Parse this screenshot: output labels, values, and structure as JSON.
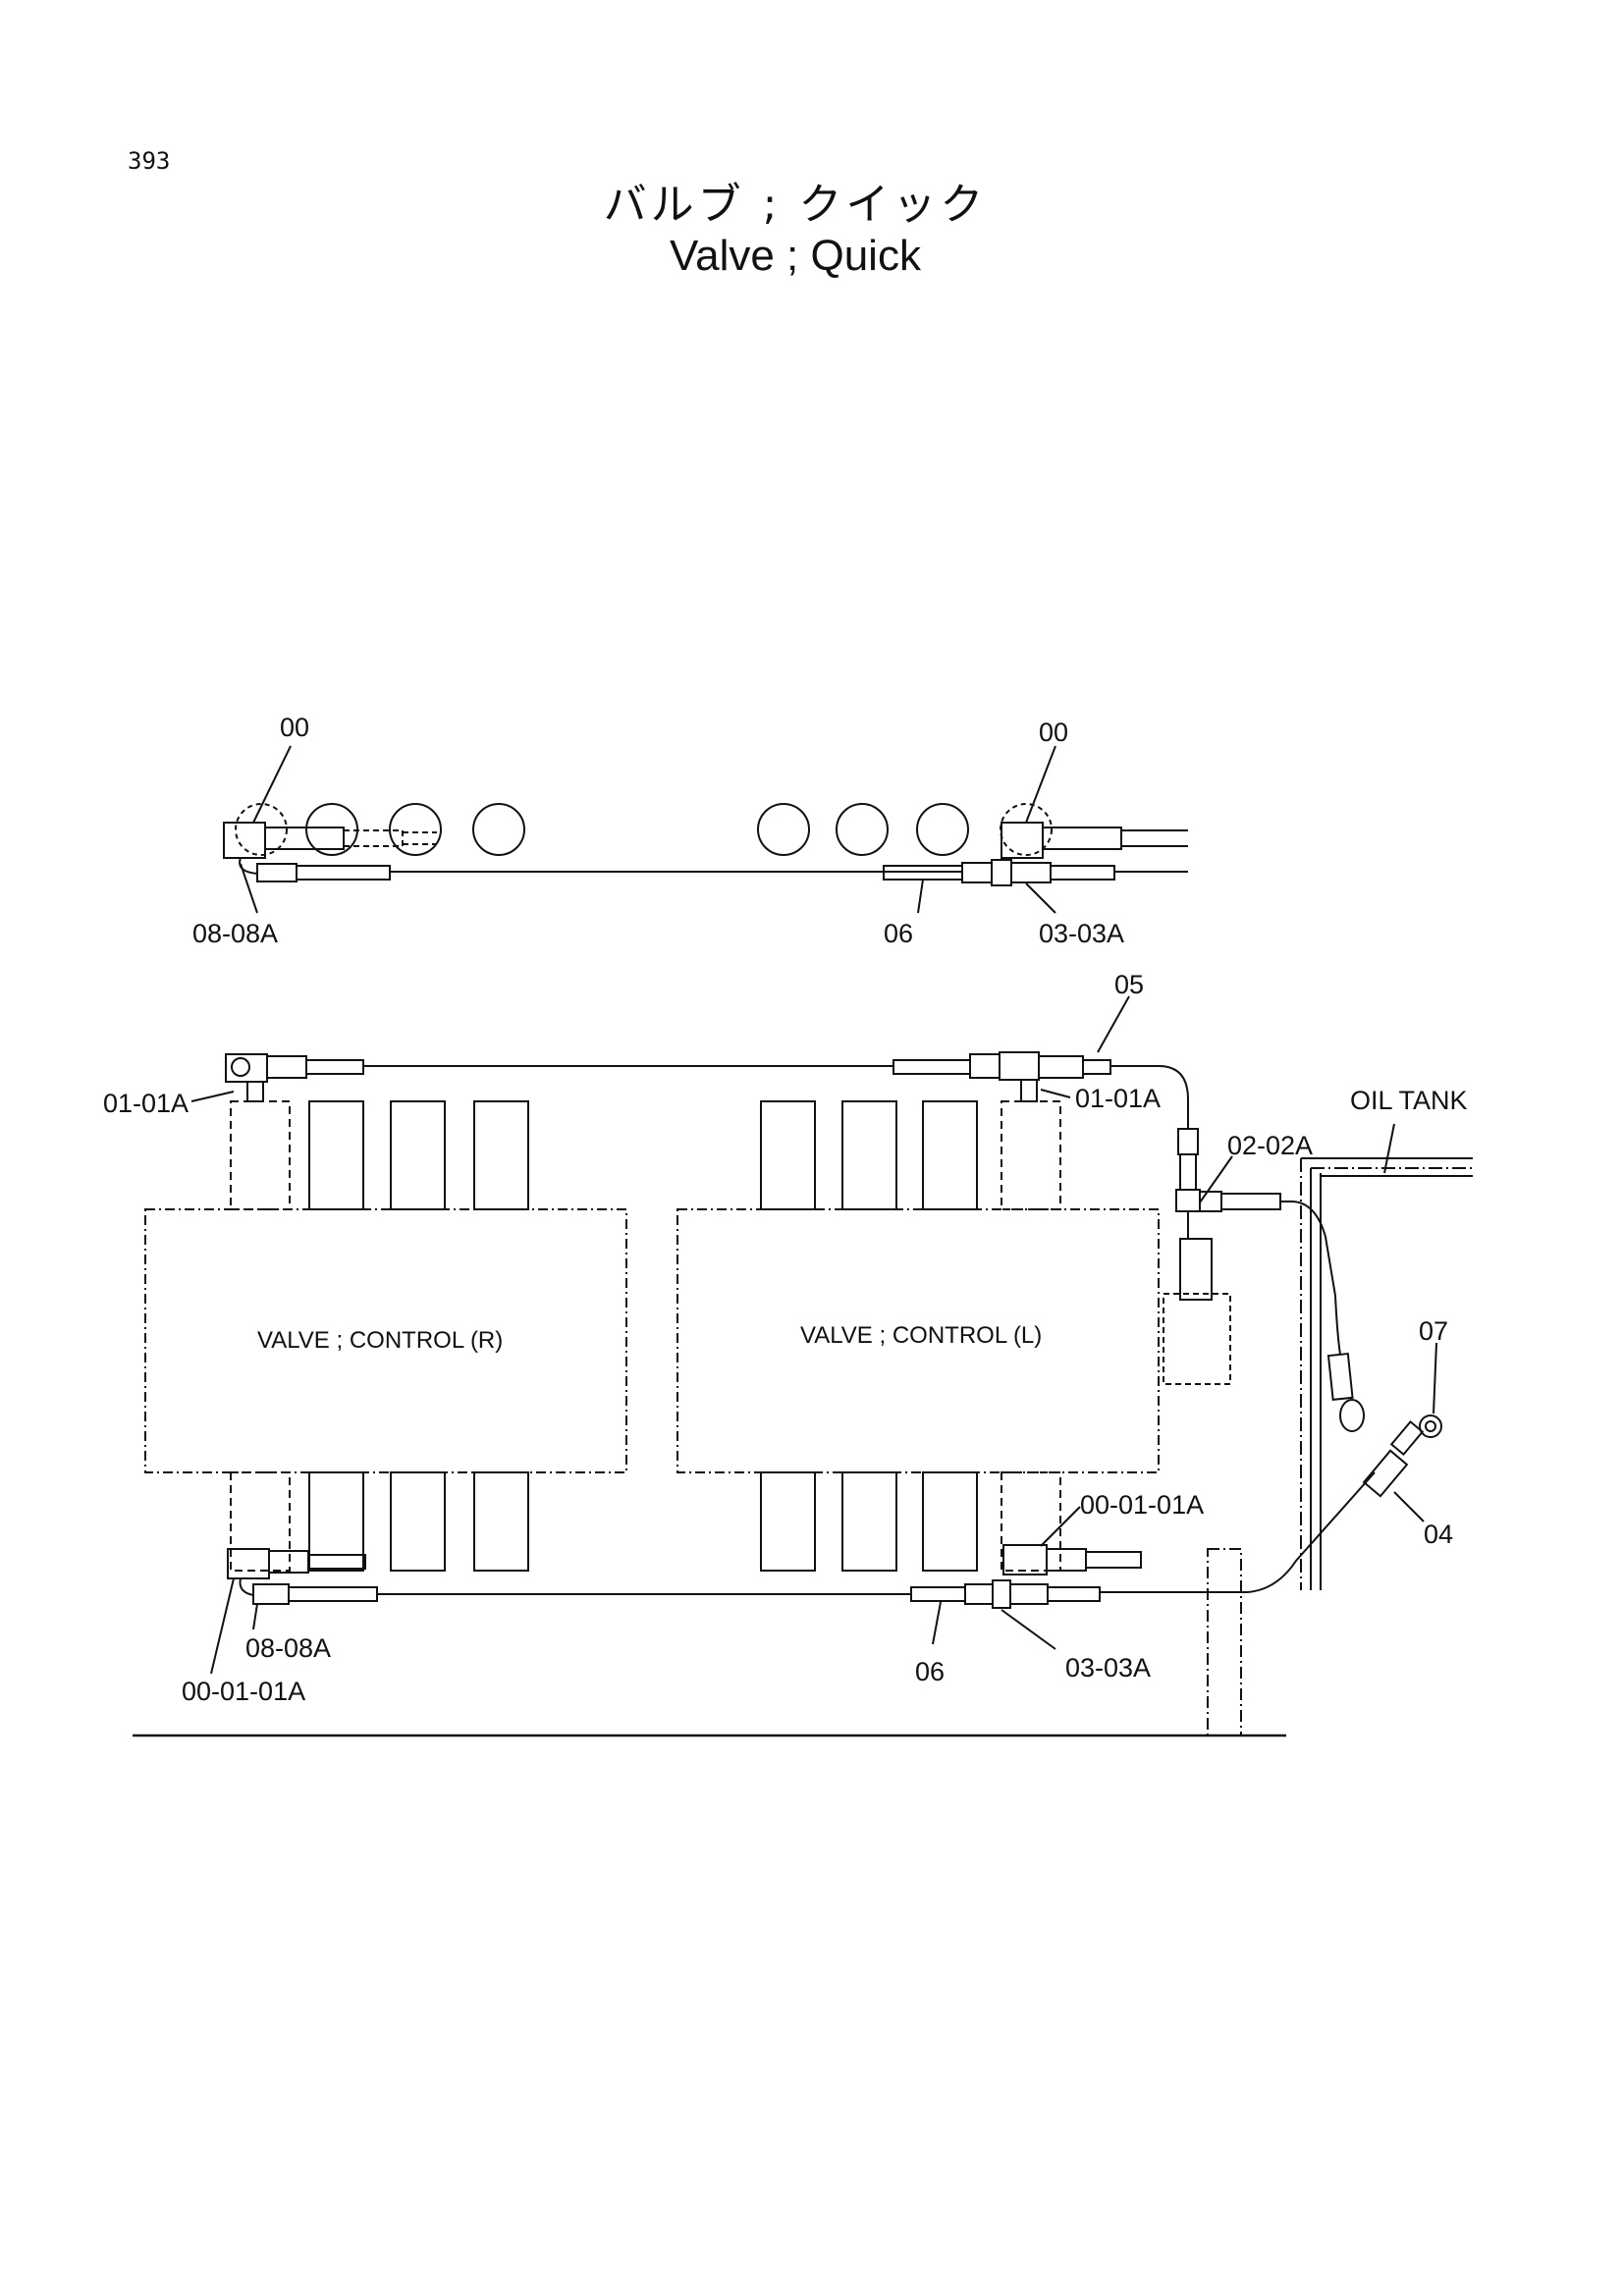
{
  "page_number": "393",
  "title_jp": "バルブ ; クイック",
  "title_en": "Valve ; Quick",
  "blocks": {
    "valve_right": "VALVE ; CONTROL (R)",
    "valve_left": "VALVE ; CONTROL (L)",
    "oil_tank": "OIL TANK"
  },
  "callouts": {
    "top_00_left": "00",
    "top_00_right": "00",
    "top_08_08a": "08-08A",
    "top_06": "06",
    "top_03_03a": "03-03A",
    "c05": "05",
    "c01_01a_left": "01-01A",
    "c01_01a_right": "01-01A",
    "c02_02a": "02-02A",
    "c07": "07",
    "c04": "04",
    "c00_01_01a_right": "00-01-01A",
    "c08_08a_bottom": "08-08A",
    "c00_01_01a_left": "00-01-01A",
    "c06_bottom": "06",
    "c03_03a_bottom": "03-03A"
  }
}
